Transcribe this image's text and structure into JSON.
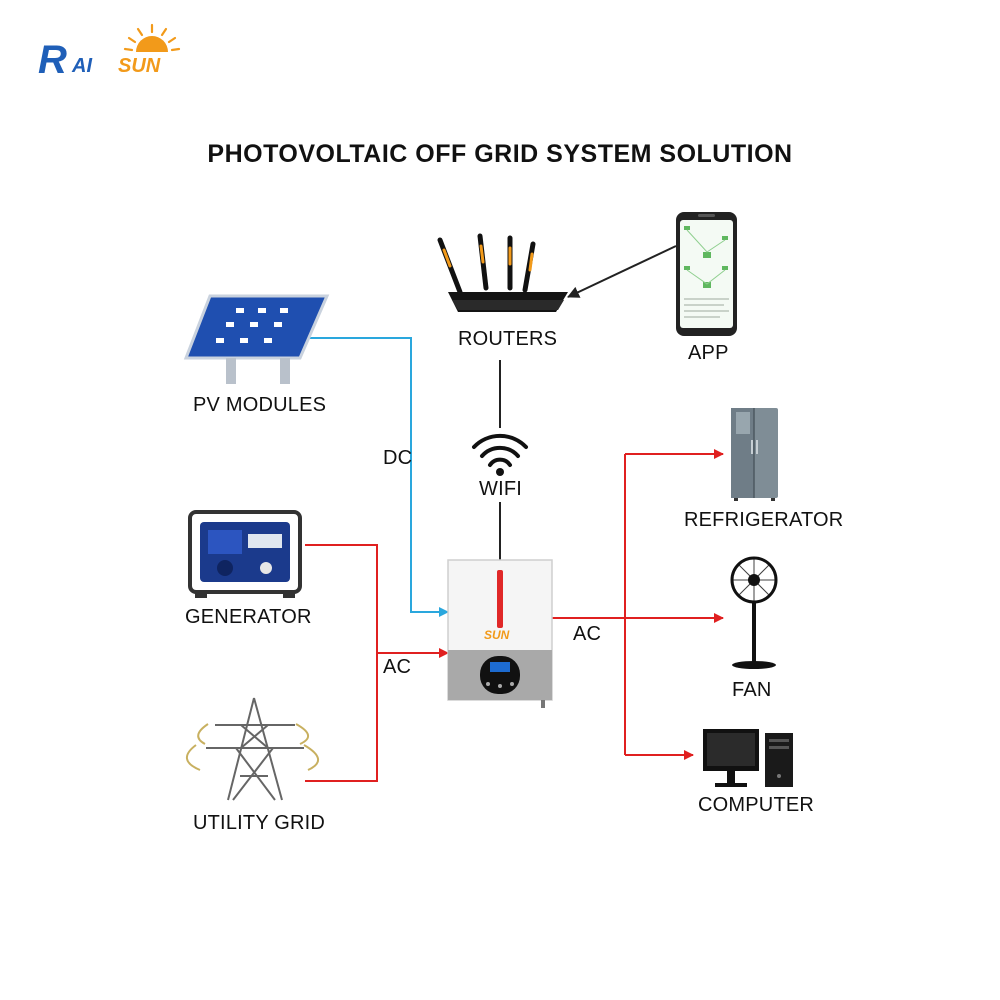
{
  "brand": {
    "logo_prefix": "R",
    "logo_mid": "AI",
    "logo_suffix": "SUN",
    "colors": {
      "blue": "#1f5fb8",
      "orange": "#f29a1a"
    }
  },
  "title": "PHOTOVOLTAIC OFF GRID SYSTEM SOLUTION",
  "nodes": {
    "pv": "PV MODULES",
    "generator": "GENERATOR",
    "utility": "UTILITY GRID",
    "routers": "ROUTERS",
    "app": "APP",
    "wifi": "WIFI",
    "refrigerator": "REFRIGERATOR",
    "fan": "FAN",
    "computer": "COMPUTER"
  },
  "connection_labels": {
    "dc": "DC",
    "ac_in": "AC",
    "ac_out": "AC"
  },
  "icons": {
    "pv": "solar-panel-icon",
    "generator": "generator-icon",
    "utility": "power-tower-icon",
    "routers": "router-icon",
    "app": "smartphone-icon",
    "wifi": "wifi-icon",
    "inverter": "inverter-icon",
    "refrigerator": "refrigerator-icon",
    "fan": "fan-icon",
    "computer": "computer-icon"
  },
  "line_colors": {
    "dc": "#2aa7dd",
    "ac": "#e02020",
    "data": "#222222"
  }
}
